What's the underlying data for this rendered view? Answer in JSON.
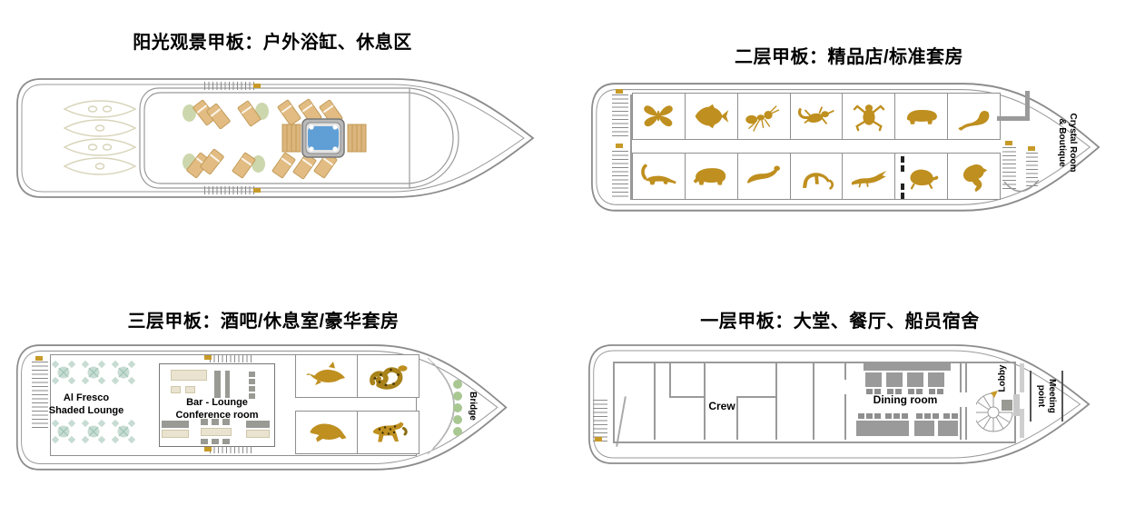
{
  "colors": {
    "animal_gold": "#bf8f1f",
    "accent_gold": "#c79a28",
    "hull_line": "#8c8c8c",
    "wall_gray": "#9a9a9a",
    "furniture_tan": "#e2bc82",
    "plant_green": "#ccd7ad",
    "table_teal": "#c7dcd3",
    "water_blue": "#5f9fd6",
    "bridge_dot_green": "#a9c793"
  },
  "decks": {
    "sun": {
      "title": "阳光观景甲板：户外浴缸、休息区"
    },
    "deck2": {
      "title": "二层甲板：精品店/标准套房",
      "crystal_room_line1": "Crystal Room",
      "crystal_room_line2": "& Boutique",
      "cabins_top": [
        "butterfly",
        "fish",
        "ant",
        "gecko",
        "frog",
        "capybara",
        "anteater"
      ],
      "cabins_bottom": [
        "coati",
        "tapir",
        "otter",
        "monkey",
        "caiman",
        "turtle",
        "parrot"
      ]
    },
    "deck3": {
      "title": "三层甲板：酒吧/休息室/豪华套房",
      "al_fresco_line1": "Al Fresco",
      "al_fresco_line2": "Shaded Lounge",
      "bar_line1": "Bar - Lounge",
      "bar_line2": "Conference room",
      "bridge_label": "Bridge",
      "suites_top": [
        "dolphin",
        "anaconda"
      ],
      "suites_bottom": [
        "manatee",
        "jaguar"
      ]
    },
    "deck1": {
      "title": "一层甲板：大堂、餐厅、船员宿舍",
      "crew_label": "Crew",
      "dining_label": "Dining room",
      "lobby_label": "Lobby",
      "meeting_line1": "Meeting",
      "meeting_line2": "point"
    }
  }
}
